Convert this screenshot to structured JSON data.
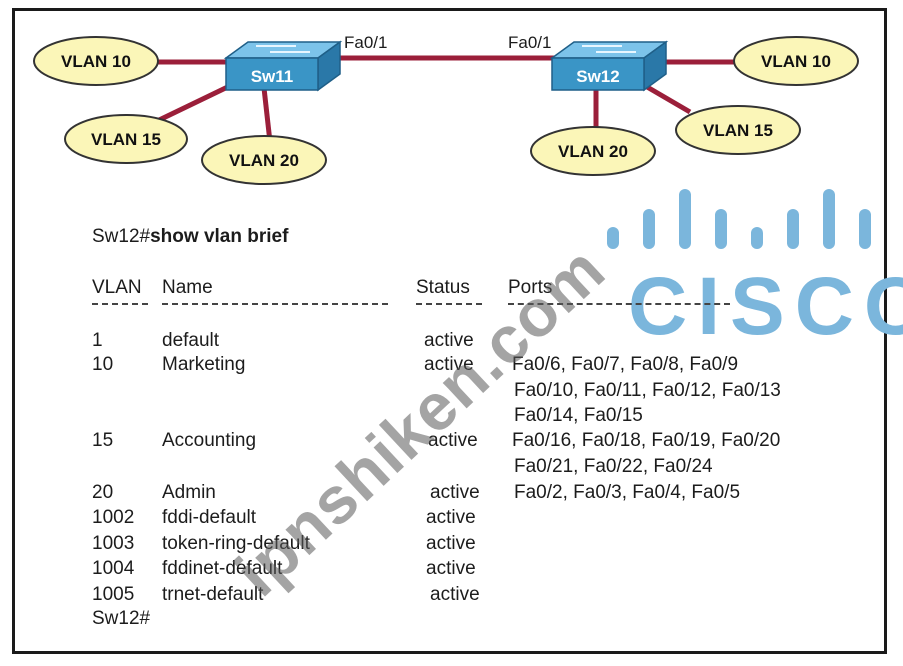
{
  "topology": {
    "sw11": {
      "label": "Sw11",
      "vlans": [
        "VLAN 10",
        "VLAN 15",
        "VLAN 20"
      ]
    },
    "sw12": {
      "label": "Sw12",
      "vlans": [
        "VLAN 10",
        "VLAN 15",
        "VLAN 20"
      ]
    },
    "trunk": {
      "left_port": "Fa0/1",
      "right_port": "Fa0/1"
    },
    "colors": {
      "link": "#9b1f3a",
      "ellipse_fill": "#fbf6b8",
      "switch": "#3a95c6"
    }
  },
  "terminal": {
    "command_prompt": "Sw12#",
    "command": "show vlan brief",
    "headers": {
      "vlan": "VLAN",
      "name": "Name",
      "status": "Status",
      "ports": "Ports"
    },
    "rows": [
      {
        "vlan": "1",
        "name": "default",
        "status": "active",
        "ports": []
      },
      {
        "vlan": "10",
        "name": "Marketing",
        "status": "active",
        "ports": [
          "Fa0/6, Fa0/7, Fa0/8, Fa0/9",
          "Fa0/10, Fa0/11, Fa0/12, Fa0/13",
          "Fa0/14, Fa0/15"
        ]
      },
      {
        "vlan": "15",
        "name": "Accounting",
        "status": "active",
        "ports": [
          "Fa0/16, Fa0/18, Fa0/19, Fa0/20",
          "Fa0/21, Fa0/22, Fa0/24"
        ]
      },
      {
        "vlan": "20",
        "name": "Admin",
        "status": "active",
        "ports": [
          "Fa0/2, Fa0/3, Fa0/4, Fa0/5"
        ]
      },
      {
        "vlan": "1002",
        "name": "fddi-default",
        "status": "active",
        "ports": []
      },
      {
        "vlan": "1003",
        "name": "token-ring-default",
        "status": "active",
        "ports": []
      },
      {
        "vlan": "1004",
        "name": "fddinet-default",
        "status": "active",
        "ports": []
      },
      {
        "vlan": "1005",
        "name": "trnet-default",
        "status": "active",
        "ports": []
      }
    ],
    "end_prompt": "Sw12#"
  },
  "watermark": "ipnshiken.com",
  "logo": {
    "word": "CISCO",
    "color": "#7bb6dc"
  }
}
